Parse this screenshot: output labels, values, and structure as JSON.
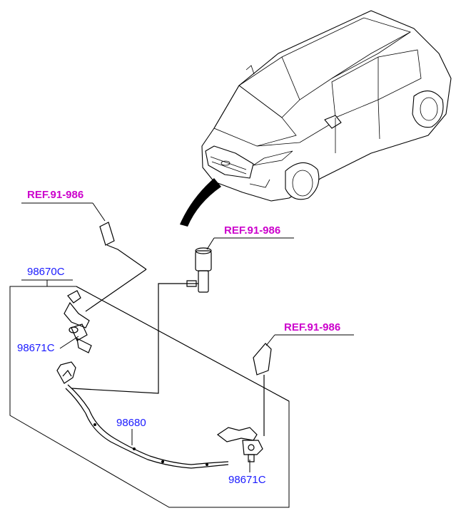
{
  "labels": {
    "ref_top_left": "REF.91-986",
    "ref_top_middle": "REF.91-986",
    "ref_right": "REF.91-986",
    "part_assembly": "98670C",
    "part_nozzle_left": "98671C",
    "part_hose": "98680",
    "part_nozzle_right": "98671C"
  },
  "colors": {
    "ref_label": "#cc00cc",
    "part_label": "#1a1aff",
    "lines": "#000000",
    "background": "#ffffff"
  }
}
